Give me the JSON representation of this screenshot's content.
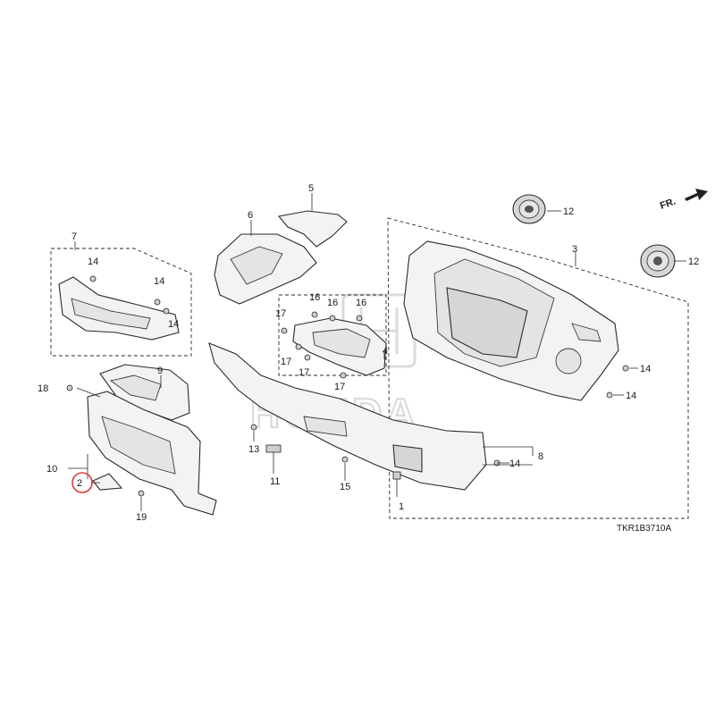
{
  "diagram": {
    "code": "TKR1B3710A",
    "direction": "FR.",
    "watermark": "HONDA",
    "highlight_color": "#d93a3a",
    "callouts": [
      {
        "id": "c1",
        "label": "1"
      },
      {
        "id": "c2",
        "label": "2"
      },
      {
        "id": "c3",
        "label": "3"
      },
      {
        "id": "c4",
        "label": "4"
      },
      {
        "id": "c5",
        "label": "5"
      },
      {
        "id": "c6",
        "label": "6"
      },
      {
        "id": "c7",
        "label": "7"
      },
      {
        "id": "c8",
        "label": "8"
      },
      {
        "id": "c9",
        "label": "9"
      },
      {
        "id": "c10",
        "label": "10"
      },
      {
        "id": "c11",
        "label": "11"
      },
      {
        "id": "c12a",
        "label": "12"
      },
      {
        "id": "c12b",
        "label": "12"
      },
      {
        "id": "c13",
        "label": "13"
      },
      {
        "id": "c14a",
        "label": "14"
      },
      {
        "id": "c14b",
        "label": "14"
      },
      {
        "id": "c14c",
        "label": "14"
      },
      {
        "id": "c14d",
        "label": "14"
      },
      {
        "id": "c14e",
        "label": "14"
      },
      {
        "id": "c14f",
        "label": "14"
      },
      {
        "id": "c15",
        "label": "15"
      },
      {
        "id": "c16a",
        "label": "16"
      },
      {
        "id": "c16b",
        "label": "16"
      },
      {
        "id": "c16c",
        "label": "16"
      },
      {
        "id": "c17a",
        "label": "17"
      },
      {
        "id": "c17b",
        "label": "17"
      },
      {
        "id": "c17c",
        "label": "17"
      },
      {
        "id": "c17d",
        "label": "17"
      },
      {
        "id": "c18",
        "label": "18"
      },
      {
        "id": "c19",
        "label": "19"
      }
    ]
  }
}
